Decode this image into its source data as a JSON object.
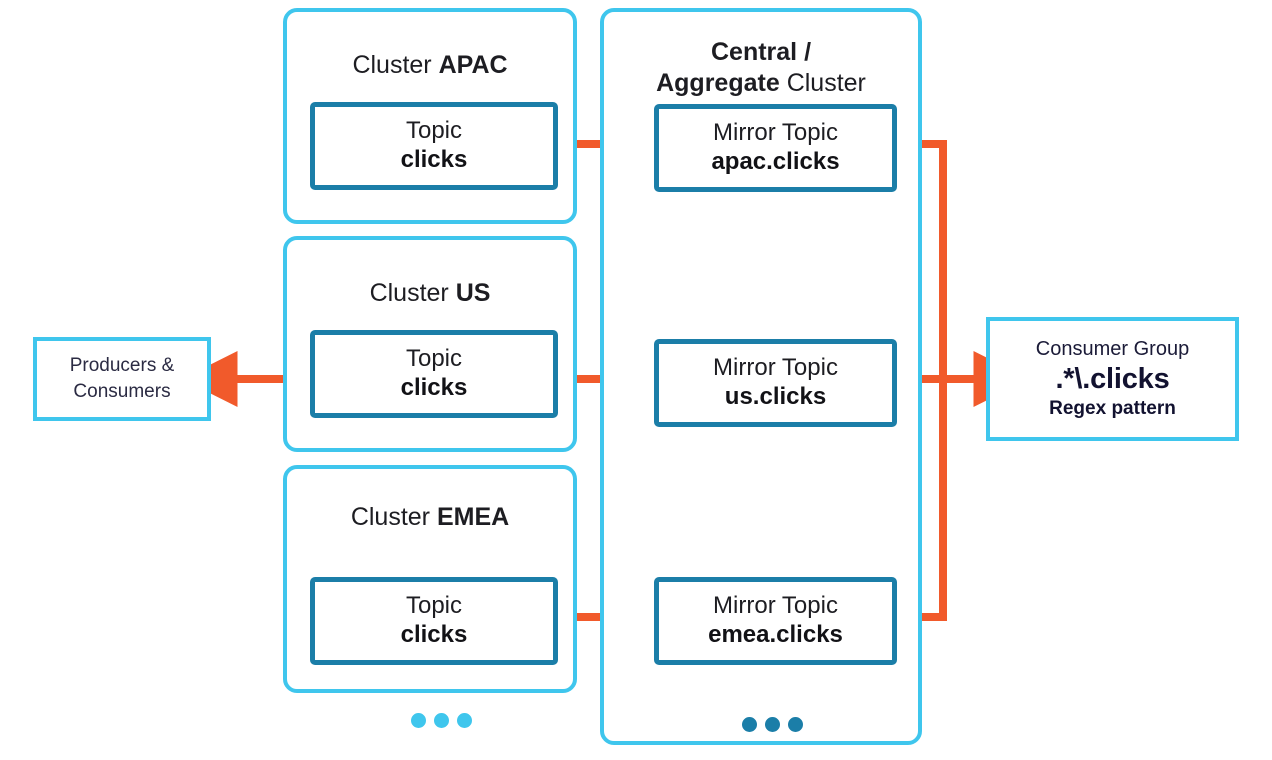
{
  "colors": {
    "cyan": "#3FC6ED",
    "teal": "#1B7EA8",
    "orange": "#F15A2B",
    "text_dark": "#1d1d22",
    "text_navy": "#1b1b38"
  },
  "producers": {
    "line1": "Producers &",
    "line2": "Consumers"
  },
  "clusters": [
    {
      "title_prefix": "Cluster ",
      "title_bold": "APAC",
      "topic_label": "Topic",
      "topic_name": "clicks"
    },
    {
      "title_prefix": "Cluster ",
      "title_bold": "US",
      "topic_label": "Topic",
      "topic_name": "clicks"
    },
    {
      "title_prefix": "Cluster ",
      "title_bold": "EMEA",
      "topic_label": "Topic",
      "topic_name": "clicks"
    }
  ],
  "central": {
    "title_line1_bold": "Central /",
    "title_line2_bold": "Aggregate",
    "title_line2_rest": " Cluster",
    "mirror_topics": [
      {
        "label": "Mirror Topic",
        "name": "apac.clicks"
      },
      {
        "label": "Mirror Topic",
        "name": "us.clicks"
      },
      {
        "label": "Mirror Topic",
        "name": "emea.clicks"
      }
    ]
  },
  "consumer_group": {
    "line1": "Consumer Group",
    "line2": ".*\\.clicks",
    "line3": "Regex pattern"
  },
  "ellipsis": {
    "left_dot_count": 3,
    "central_dot_count": 3
  }
}
